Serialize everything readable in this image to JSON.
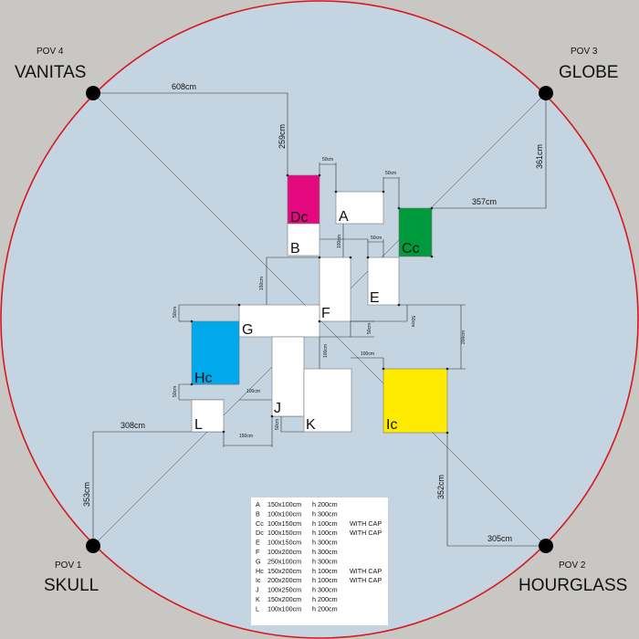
{
  "colors": {
    "background": "#c8c7c3",
    "circle_fill": "#c4d4e0",
    "circle_stroke": "#d6191f",
    "magenta": "#e5097f",
    "green": "#009a3e",
    "blue": "#00a8ec",
    "yellow": "#ffeb00",
    "white": "#ffffff"
  },
  "pov": [
    {
      "num": "POV 4",
      "name": "VANITAS"
    },
    {
      "num": "POV 3",
      "name": "GLOBE"
    },
    {
      "num": "POV 1",
      "name": "SKULL"
    },
    {
      "num": "POV 2",
      "name": "HOURGLASS"
    }
  ],
  "dims": {
    "top": "608cm",
    "left_top": "259cm",
    "right_top": "361cm",
    "right_mid": "357cm",
    "left_low": "308cm",
    "left_bottom": "353cm",
    "right_bottom": "352cm",
    "bottom": "305cm",
    "dc_gap": "50cm",
    "a_gap": "50cm",
    "ba_gap": "100cm",
    "e_gap": "50cm",
    "bf_gap": "150cm",
    "g_left": "50cm",
    "ef_gap": "50cm",
    "f_low": "50cm",
    "ic_gap": "200cm",
    "jk_gap": "100cm",
    "k_ic": "100cm",
    "hc_gap": "50cm",
    "l_j": "100cm",
    "j_bot": "50cm",
    "l_bottom": "150cm"
  },
  "blocks": {
    "A": "A",
    "B": "B",
    "Cc": "Cc",
    "Dc": "Dc",
    "E": "E",
    "F": "F",
    "G": "G",
    "Hc": "Hc",
    "Ic": "Ic",
    "J": "J",
    "K": "K",
    "L": "L"
  },
  "legend": [
    {
      "id": "A",
      "dims": "150x100cm",
      "h": "h 200cm",
      "note": ""
    },
    {
      "id": "B",
      "dims": "100x100cm",
      "h": "h 300cm",
      "note": ""
    },
    {
      "id": "Cc",
      "dims": "100x150cm",
      "h": "h 100cm",
      "note": "WITH CAP"
    },
    {
      "id": "Dc",
      "dims": "100x150cm",
      "h": "h 100cm",
      "note": "WITH CAP"
    },
    {
      "id": "E",
      "dims": "100x150cm",
      "h": "h 300cm",
      "note": ""
    },
    {
      "id": "F",
      "dims": "100x200cm",
      "h": "h 300cm",
      "note": ""
    },
    {
      "id": "G",
      "dims": "250x100cm",
      "h": "h 300cm",
      "note": ""
    },
    {
      "id": "Hc",
      "dims": "150x200cm",
      "h": "h 100cm",
      "note": "WITH CAP"
    },
    {
      "id": "Ic",
      "dims": "200x200cm",
      "h": "h 100cm",
      "note": "WITH CAP"
    },
    {
      "id": "J",
      "dims": "100x250cm",
      "h": "h 300cm",
      "note": ""
    },
    {
      "id": "K",
      "dims": "150x200cm",
      "h": "h 200cm",
      "note": ""
    },
    {
      "id": "L",
      "dims": "100x100cm",
      "h": "h 200cm",
      "note": ""
    }
  ]
}
